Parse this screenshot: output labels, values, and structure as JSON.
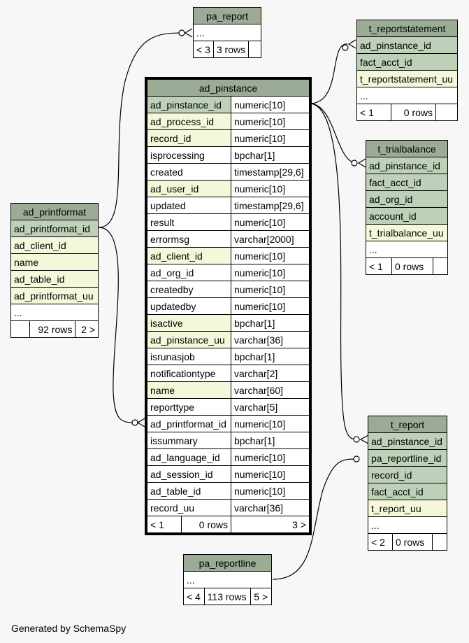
{
  "footer": "Generated by SchemaSpy",
  "tables": {
    "pa_report": {
      "name": "pa_report",
      "ellipsis": "...",
      "footer_left": "< 3",
      "footer_mid": "3 rows",
      "footer_right": ""
    },
    "t_reportstatement": {
      "name": "t_reportstatement",
      "columns": [
        {
          "name": "ad_pinstance_id",
          "kind": "pk"
        },
        {
          "name": "fact_acct_id",
          "kind": "pk"
        },
        {
          "name": "t_reportstatement_uu",
          "kind": "fk"
        }
      ],
      "ellipsis": "...",
      "footer_left": "< 1",
      "footer_mid": "0 rows",
      "footer_right": ""
    },
    "t_trialbalance": {
      "name": "t_trialbalance",
      "columns": [
        {
          "name": "ad_pinstance_id",
          "kind": "pk"
        },
        {
          "name": "fact_acct_id",
          "kind": "pk"
        },
        {
          "name": "ad_org_id",
          "kind": "pk"
        },
        {
          "name": "account_id",
          "kind": "pk"
        },
        {
          "name": "t_trialbalance_uu",
          "kind": "fk"
        }
      ],
      "ellipsis": "...",
      "footer_left": "< 1",
      "footer_mid": "0 rows",
      "footer_right": ""
    },
    "ad_printformat": {
      "name": "ad_printformat",
      "columns": [
        {
          "name": "ad_printformat_id",
          "kind": "pk"
        },
        {
          "name": "ad_client_id",
          "kind": "fk"
        },
        {
          "name": "name",
          "kind": "fk"
        },
        {
          "name": "ad_table_id",
          "kind": "fk"
        },
        {
          "name": "ad_printformat_uu",
          "kind": "fk"
        }
      ],
      "ellipsis": "...",
      "footer_left": "",
      "footer_mid": "92 rows",
      "footer_right": "2 >"
    },
    "ad_pinstance": {
      "name": "ad_pinstance",
      "columns": [
        {
          "name": "ad_pinstance_id",
          "type": "numeric[10]",
          "kind": "pk"
        },
        {
          "name": "ad_process_id",
          "type": "numeric[10]",
          "kind": "fk"
        },
        {
          "name": "record_id",
          "type": "numeric[10]",
          "kind": "fk"
        },
        {
          "name": "isprocessing",
          "type": "bpchar[1]",
          "kind": ""
        },
        {
          "name": "created",
          "type": "timestamp[29,6]",
          "kind": ""
        },
        {
          "name": "ad_user_id",
          "type": "numeric[10]",
          "kind": "fk"
        },
        {
          "name": "updated",
          "type": "timestamp[29,6]",
          "kind": ""
        },
        {
          "name": "result",
          "type": "numeric[10]",
          "kind": ""
        },
        {
          "name": "errormsg",
          "type": "varchar[2000]",
          "kind": ""
        },
        {
          "name": "ad_client_id",
          "type": "numeric[10]",
          "kind": "fk"
        },
        {
          "name": "ad_org_id",
          "type": "numeric[10]",
          "kind": ""
        },
        {
          "name": "createdby",
          "type": "numeric[10]",
          "kind": ""
        },
        {
          "name": "updatedby",
          "type": "numeric[10]",
          "kind": ""
        },
        {
          "name": "isactive",
          "type": "bpchar[1]",
          "kind": "fk"
        },
        {
          "name": "ad_pinstance_uu",
          "type": "varchar[36]",
          "kind": "fk"
        },
        {
          "name": "isrunasjob",
          "type": "bpchar[1]",
          "kind": ""
        },
        {
          "name": "notificationtype",
          "type": "varchar[2]",
          "kind": ""
        },
        {
          "name": "name",
          "type": "varchar[60]",
          "kind": "fk"
        },
        {
          "name": "reporttype",
          "type": "varchar[5]",
          "kind": ""
        },
        {
          "name": "ad_printformat_id",
          "type": "numeric[10]",
          "kind": ""
        },
        {
          "name": "issummary",
          "type": "bpchar[1]",
          "kind": ""
        },
        {
          "name": "ad_language_id",
          "type": "numeric[10]",
          "kind": ""
        },
        {
          "name": "ad_session_id",
          "type": "numeric[10]",
          "kind": ""
        },
        {
          "name": "ad_table_id",
          "type": "numeric[10]",
          "kind": ""
        },
        {
          "name": "record_uu",
          "type": "varchar[36]",
          "kind": ""
        }
      ],
      "footer_left": "< 1",
      "footer_mid": "0 rows",
      "footer_right": "3 >"
    },
    "t_report": {
      "name": "t_report",
      "columns": [
        {
          "name": "ad_pinstance_id",
          "kind": "pk"
        },
        {
          "name": "pa_reportline_id",
          "kind": "pk"
        },
        {
          "name": "record_id",
          "kind": "pk"
        },
        {
          "name": "fact_acct_id",
          "kind": "pk"
        },
        {
          "name": "t_report_uu",
          "kind": "fk"
        }
      ],
      "ellipsis": "...",
      "footer_left": "< 2",
      "footer_mid": "0 rows",
      "footer_right": ""
    },
    "pa_reportline": {
      "name": "pa_reportline",
      "ellipsis": "...",
      "footer_left": "< 4",
      "footer_mid": "113 rows",
      "footer_right": "5 >"
    }
  }
}
